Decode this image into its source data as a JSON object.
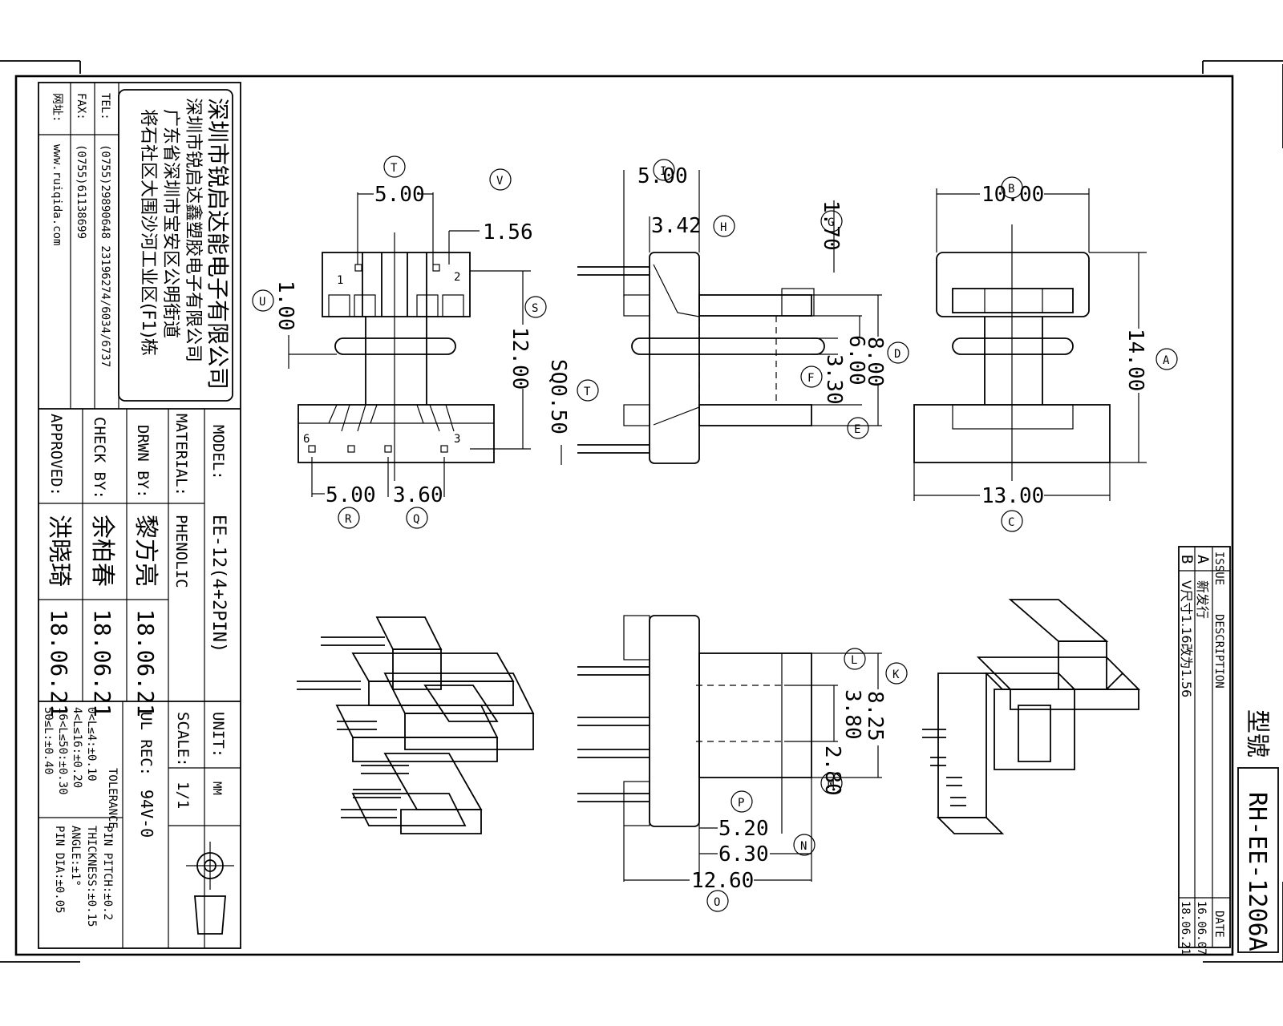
{
  "company": {
    "name": "深圳市锐启达能电子有限公司",
    "sub_name": "深圳市锐启达鑫塑胶电子有限公司",
    "address1": "广东省深圳市宝安区公明街道",
    "address2": "将石社区大围沙河工业区(F1)栋",
    "tel_label": "TEL:",
    "tel": "(0755)29890648  23196274/6034/6737",
    "fax_label": "FAX:",
    "fax": "(0755)61138699",
    "web_label": "网址:",
    "web": "www.ruiqida.com"
  },
  "titleblock": {
    "model_label": "MODEL:",
    "model": "EE-12(4+2PIN)",
    "material_label": "MATERIAL:",
    "material": "PHENOLIC",
    "drawn_label": "DRWN BY:",
    "drawn_name": "黎方亮",
    "drawn_date": "18.06.21",
    "check_label": "CHECK BY:",
    "check_name": "余柏春",
    "check_date": "18.06.21",
    "approved_label": "APPROVED:",
    "approved_name": "洪晓琦",
    "approved_date": "18.06.21",
    "unit_label": "UNIT:",
    "unit": "MM",
    "scale_label": "SCALE:",
    "scale": "1/1",
    "ul_label": "UL REC:",
    "ul": "94V-0",
    "tolerance_label": "TOLERANCE",
    "tol1": "0<L≤4:±0.10",
    "tol2": "4<L≤16:±0.20",
    "tol3": "16<L≤50:±0.30",
    "tol4": "50≤L:±0.40",
    "tol5": "PIN PITCH:±0.2",
    "tol6": "THICKNESS:±0.15",
    "tol7": "ANGLE:±1°",
    "tol8": "PIN DIA:±0.05"
  },
  "revision": {
    "issue_label": "ISSUE",
    "desc_label": "DESCRIPTION",
    "date_label": "DATE",
    "rows": [
      {
        "issue": "A",
        "desc": "新发行",
        "date": "16.06.07"
      },
      {
        "issue": "B",
        "desc": "V尺寸1.16改为1.56",
        "date": "18.06.21"
      }
    ]
  },
  "part": {
    "type_label": "型號",
    "number": "RH-EE-1206A"
  },
  "dimensions": {
    "T": "5.00",
    "V": "1.56",
    "U": "1.00",
    "S": "12.00",
    "R": "5.00",
    "Q": "3.60",
    "I": "5.00",
    "H": "3.42",
    "G": "1.70",
    "D": "8.00",
    "F1": "6.00",
    "F2": "3.30",
    "T2": "SQ0.50",
    "B": "10.00",
    "A": "14.00",
    "C": "13.00",
    "K": "8.25",
    "L": "3.80",
    "M": "2.80",
    "P": "5.20",
    "N": "6.30",
    "O": "12.60"
  },
  "pin_labels": {
    "p1": "1",
    "p2": "2",
    "p3": "3",
    "p6": "6"
  },
  "callouts": {
    "T": "T",
    "V": "V",
    "U": "U",
    "S": "S",
    "R": "R",
    "Q": "Q",
    "I": "I",
    "H": "H",
    "G": "G",
    "D": "D",
    "F": "F",
    "E": "E",
    "T2": "T",
    "B": "B",
    "A": "A",
    "C": "C",
    "K": "K",
    "L": "L",
    "M": "M",
    "P": "P",
    "N": "N",
    "O": "O"
  }
}
